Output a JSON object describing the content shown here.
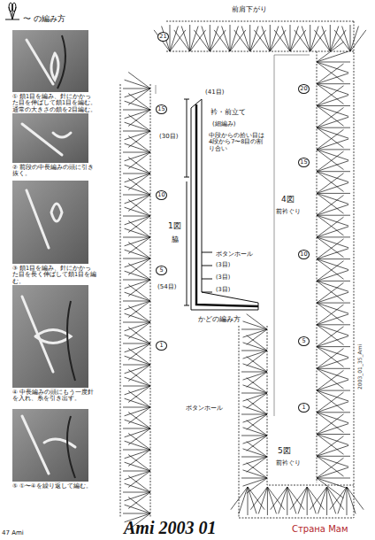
{
  "diagram": {
    "labels": [
      "〜 の編み方",
      "① 鎖1目を編み、針にかかった目を伸ばして鎖1目を編む。通常の大きさの鎖を2目編む。",
      "② 前段の中長編みの頭に引き抜く。",
      "③ 鎖1目を編み、針にかかった目を長く伸ばして鎖1目を編む。",
      "④ 中長編みの頭にもう一度針を入れ、糸を引き出す。",
      "⑤ ①〜④を繰り返して編む。",
      "前肩下がり",
      "21",
      "20",
      "15",
      "10",
      "5",
      "1",
      "15",
      "10",
      "5",
      "1",
      "(41目)",
      "衿・前立て",
      "(細編み)",
      "中段からの拾い目は 4段から7〜8目の割り合い",
      "(30目)",
      "1図",
      "脇",
      "ボタンホール",
      "(3目)",
      "(54目)",
      "(3目)",
      "(3目)",
      "4図",
      "前衿ぐり",
      "かどの編み方",
      "ボタンホール",
      "5図",
      "前衿ぐり",
      "Ami 2003 01",
      "47 Ami",
      "Страна Мам",
      "2003_01_35_Ami"
    ]
  }
}
